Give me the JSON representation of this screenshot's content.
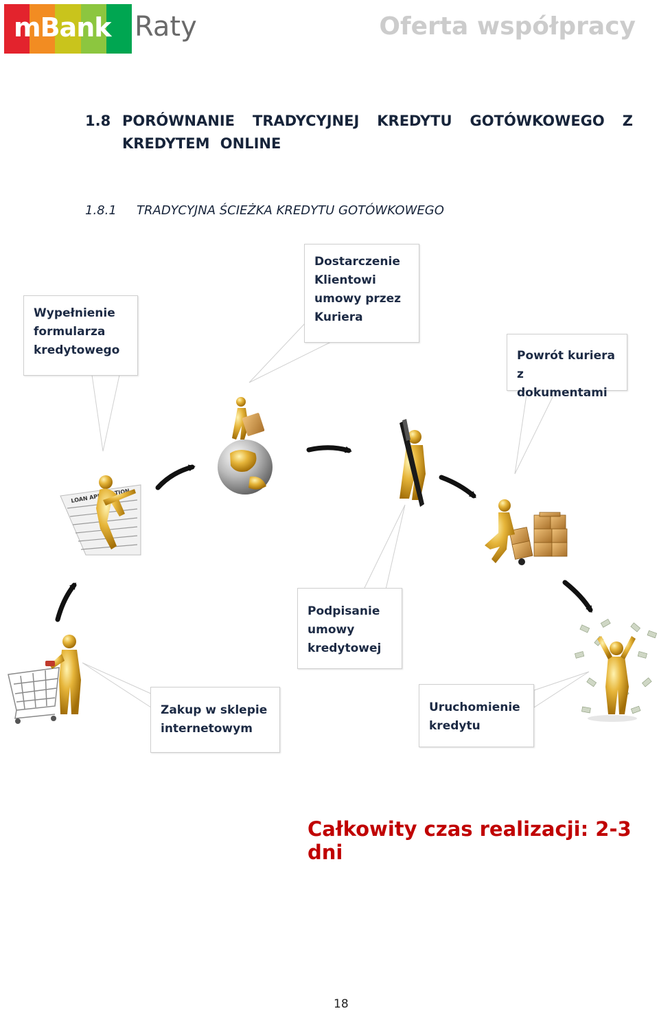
{
  "header": {
    "logo_text": "mBank",
    "logo_suffix": "Raty",
    "right_title": "Oferta współpracy",
    "logo_colors": [
      "#e3232d",
      "#f5a623",
      "#8cc63f",
      "#00a651",
      "#0070c0"
    ]
  },
  "section": {
    "number": "1.8",
    "title": "PORÓWNANIE TRADYCYJNEJ KREDYTU GOTÓWKOWEGO Z KREDYTEM ONLINE"
  },
  "subsection": {
    "number": "1.8.1",
    "title": "TRADYCYJNA ŚCIEŻKA KREDYTU GOTÓWKOWEGO"
  },
  "steps": [
    {
      "label": "Wypełnienie formularza kredytowego",
      "icon": "loan-application-figure-icon"
    },
    {
      "label": "Dostarczenie Klientowi umowy przez Kuriera",
      "icon": "globe-courier-icon"
    },
    {
      "label": "Podpisanie umowy kredytowej",
      "icon": "figure-with-pen-icon"
    },
    {
      "label": "Powrót kuriera z dokumentami",
      "icon": "courier-with-boxes-icon"
    },
    {
      "label": "Uruchomienie kredytu",
      "icon": "money-rain-figure-icon"
    },
    {
      "label": "Zakup w sklepie internetowym",
      "icon": "shopping-cart-figure-icon"
    }
  ],
  "summary": "Całkowity czas realizacji: 2-3 dni",
  "page_number": "18",
  "colors": {
    "accent_red": "#c00000",
    "heading_navy": "#17243a",
    "gold": "#d9a21c"
  }
}
